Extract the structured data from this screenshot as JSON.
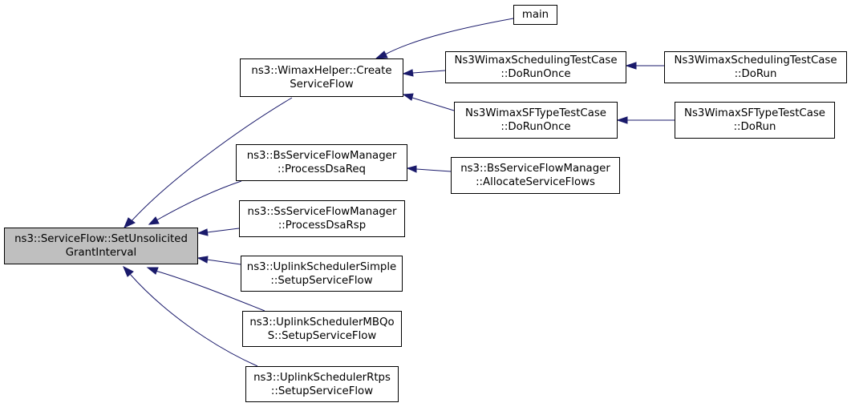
{
  "diagram": {
    "colors": {
      "edge": "#1a1a6b",
      "node_border": "#000000",
      "root_fill": "#bfbfbf",
      "node_fill": "#ffffff"
    },
    "nodes": {
      "root": {
        "lines": [
          "ns3::ServiceFlow::SetUnsolicited",
          "GrantInterval"
        ]
      },
      "wimax_helper_create": {
        "lines": [
          "ns3::WimaxHelper::Create",
          "ServiceFlow"
        ]
      },
      "bs_process_dsa_req": {
        "lines": [
          "ns3::BsServiceFlowManager",
          "::ProcessDsaReq"
        ]
      },
      "ss_process_dsa_rsp": {
        "lines": [
          "ns3::SsServiceFlowManager",
          "::ProcessDsaRsp"
        ]
      },
      "uplink_simple": {
        "lines": [
          "ns3::UplinkSchedulerSimple",
          "::SetupServiceFlow"
        ]
      },
      "uplink_mbqos": {
        "lines": [
          "ns3::UplinkSchedulerMBQo",
          "S::SetupServiceFlow"
        ]
      },
      "uplink_rtps": {
        "lines": [
          "ns3::UplinkSchedulerRtps",
          "::SetupServiceFlow"
        ]
      },
      "main": {
        "lines": [
          "main"
        ]
      },
      "scheduling_run_once": {
        "lines": [
          "Ns3WimaxSchedulingTestCase",
          "::DoRunOnce"
        ]
      },
      "sftype_run_once": {
        "lines": [
          "Ns3WimaxSFTypeTestCase",
          "::DoRunOnce"
        ]
      },
      "bs_allocate": {
        "lines": [
          "ns3::BsServiceFlowManager",
          "::AllocateServiceFlows"
        ]
      },
      "scheduling_run": {
        "lines": [
          "Ns3WimaxSchedulingTestCase",
          "::DoRun"
        ]
      },
      "sftype_run": {
        "lines": [
          "Ns3WimaxSFTypeTestCase",
          "::DoRun"
        ]
      }
    },
    "edges": [
      {
        "from": "wimax_helper_create",
        "to": "root"
      },
      {
        "from": "bs_process_dsa_req",
        "to": "root"
      },
      {
        "from": "ss_process_dsa_rsp",
        "to": "root"
      },
      {
        "from": "uplink_simple",
        "to": "root"
      },
      {
        "from": "uplink_mbqos",
        "to": "root"
      },
      {
        "from": "uplink_rtps",
        "to": "root"
      },
      {
        "from": "main",
        "to": "wimax_helper_create"
      },
      {
        "from": "scheduling_run_once",
        "to": "wimax_helper_create"
      },
      {
        "from": "sftype_run_once",
        "to": "wimax_helper_create"
      },
      {
        "from": "bs_allocate",
        "to": "bs_process_dsa_req"
      },
      {
        "from": "scheduling_run",
        "to": "scheduling_run_once"
      },
      {
        "from": "sftype_run",
        "to": "sftype_run_once"
      }
    ]
  }
}
